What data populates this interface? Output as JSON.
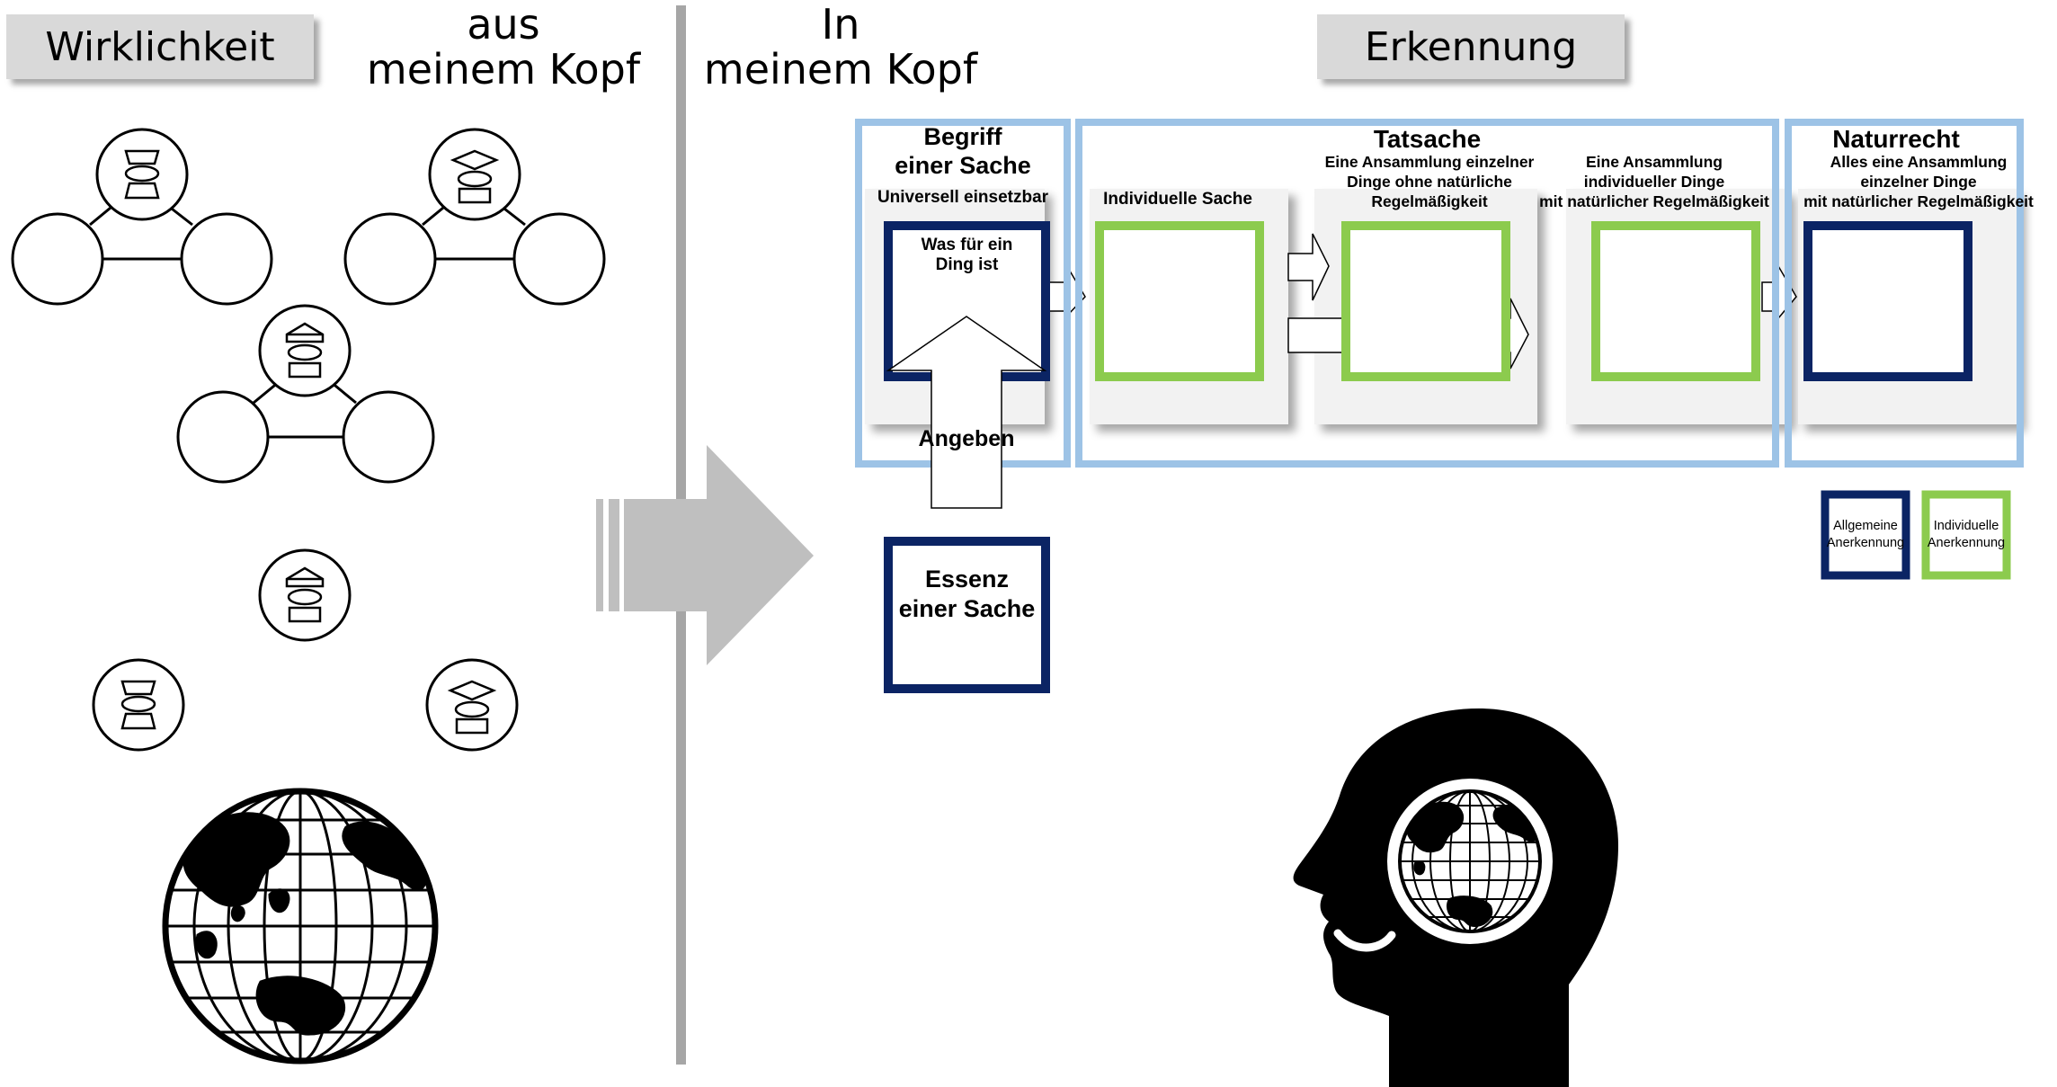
{
  "left_panel": {
    "header": "Wirklichkeit",
    "caption": [
      "aus",
      "meinem Kopf"
    ]
  },
  "right_panel": {
    "caption": [
      "In",
      "meinem Kopf"
    ],
    "header": "Erkennung",
    "concept": {
      "title": [
        "Begriff",
        "einer Sache"
      ],
      "subtitle": "Universell einsetzbar",
      "inner_label": [
        "Was für ein",
        "Ding ist"
      ]
    },
    "fact": {
      "title": "Tatsache",
      "col1_label": "Individuelle Sache",
      "col2_label": [
        "Eine Ansammlung einzelner",
        "Dinge ohne natürliche",
        "Regelmäßigkeit"
      ],
      "col3_label": [
        "Eine Ansammlung",
        "individueller Dinge",
        "mit natürlicher Regelmäßigkeit"
      ]
    },
    "natural_law": {
      "title": "Naturrecht",
      "label": [
        "Alles eine Ansammlung",
        "einzelner Dinge",
        "mit natürlicher Regelmäßigkeit"
      ]
    },
    "arrow_label": "Angeben",
    "essence": [
      "Essenz",
      "einer Sache"
    ],
    "legend": {
      "general": [
        "Allgemeine",
        "Anerkennung"
      ],
      "individual": [
        "Individuelle",
        "Anerkennung"
      ]
    }
  },
  "colors": {
    "divider": "#a6a6a6",
    "header_bg": "#d9d9d9",
    "light_blue": "#9dc3e6",
    "navy": "#0b2464",
    "green": "#8ccb4e",
    "panel_bg": "#f2f2f2",
    "big_arrow": "#bfbfbf"
  },
  "icons": [
    "network-icon",
    "shape-stack-icon",
    "globe-icon",
    "head-silhouette-icon",
    "big-arrow-icon"
  ]
}
